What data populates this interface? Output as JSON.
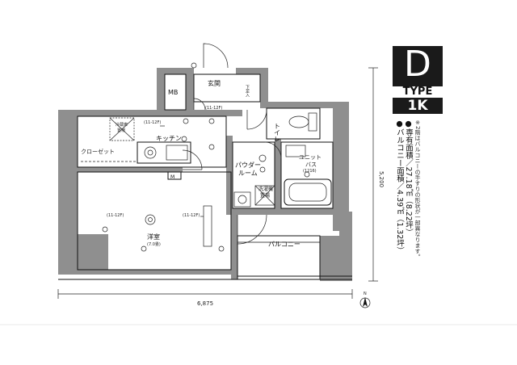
{
  "plan": {
    "type_letter": "D",
    "type_word": "TYPE",
    "layout": "1K",
    "area_private": "●専有面積／27.18㎡（8.22坪）",
    "area_balcony": "●バルコニー面積／4.39㎡（1.32坪）",
    "note_balcony": "※2階はバルコニーの手すりの形状が一部異なります。",
    "dim_width": "6,875",
    "dim_height": "5,200",
    "north": "N",
    "rooms": {
      "mb": "MB",
      "entrance": "玄関",
      "shoe_box": "下足入",
      "kitchen": "キッチン",
      "fridge_1": "冷蔵庫",
      "fridge_2": "置場",
      "closet": "クローゼット",
      "toilet": "トイレ",
      "powder_1": "パウダー",
      "powder_2": "ルーム",
      "unit_bath_1": "ユニット",
      "unit_bath_2": "バス",
      "unit_bath_size": "(1216)",
      "washer_1": "洗濯機",
      "washer_2": "置場",
      "western_room": "洋室",
      "western_size": "(7.0畳)",
      "balcony": "バルコニー",
      "m_label": "M",
      "ceiling_1": "(11-12F)",
      "ceiling_2": "(11-12F)",
      "ceiling_3": "(11-12F)",
      "ceiling_4": "(11-12F)"
    }
  }
}
